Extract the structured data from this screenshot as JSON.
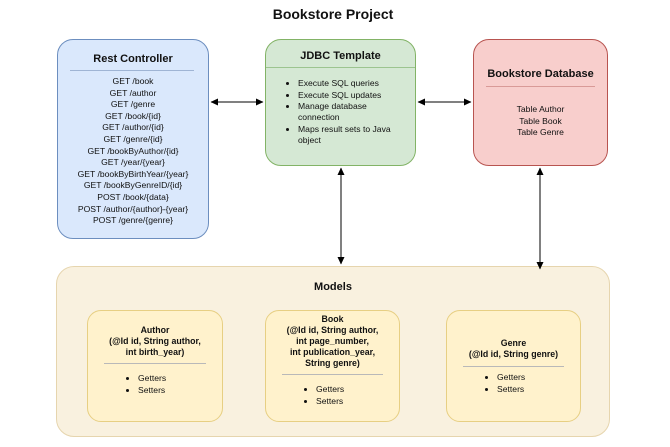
{
  "title": "Bookstore Project",
  "rest_controller": {
    "title": "Rest Controller",
    "endpoints": [
      "GET /book",
      "GET /author",
      "GET /genre",
      "GET /book/{id}",
      "GET /author/{id}",
      "GET /genre/{id}",
      "GET /bookByAuthor/{id}",
      "GET /year/{year}",
      "GET /bookByBirthYear/{year}",
      "GET /bookByGenreID/{id}",
      "POST /book/{data}",
      "POST /author/{author}-{year}",
      "POST /genre/{genre}"
    ]
  },
  "jdbc_template": {
    "title": "JDBC Template",
    "items": [
      "Execute SQL queries",
      "Execute SQL updates",
      "Manage database connection",
      "Maps result sets to Java object"
    ]
  },
  "database": {
    "title": "Bookstore Database",
    "tables": [
      "Table Author",
      "Table Book",
      "Table Genre"
    ]
  },
  "models": {
    "title": "Models",
    "author": {
      "title_lines": [
        "Author",
        "(@Id id, String author,",
        "int birth_year)"
      ],
      "items": [
        "Getters",
        "Setters"
      ]
    },
    "book": {
      "title_lines": [
        "Book",
        "(@Id id, String author,",
        "int page_number,",
        "int publication_year,",
        "String genre)"
      ],
      "items": [
        "Getters",
        "Setters"
      ]
    },
    "genre": {
      "title_lines": [
        "Genre",
        "(@Id id, String genre)"
      ],
      "items": [
        "Getters",
        "Setters"
      ]
    }
  }
}
